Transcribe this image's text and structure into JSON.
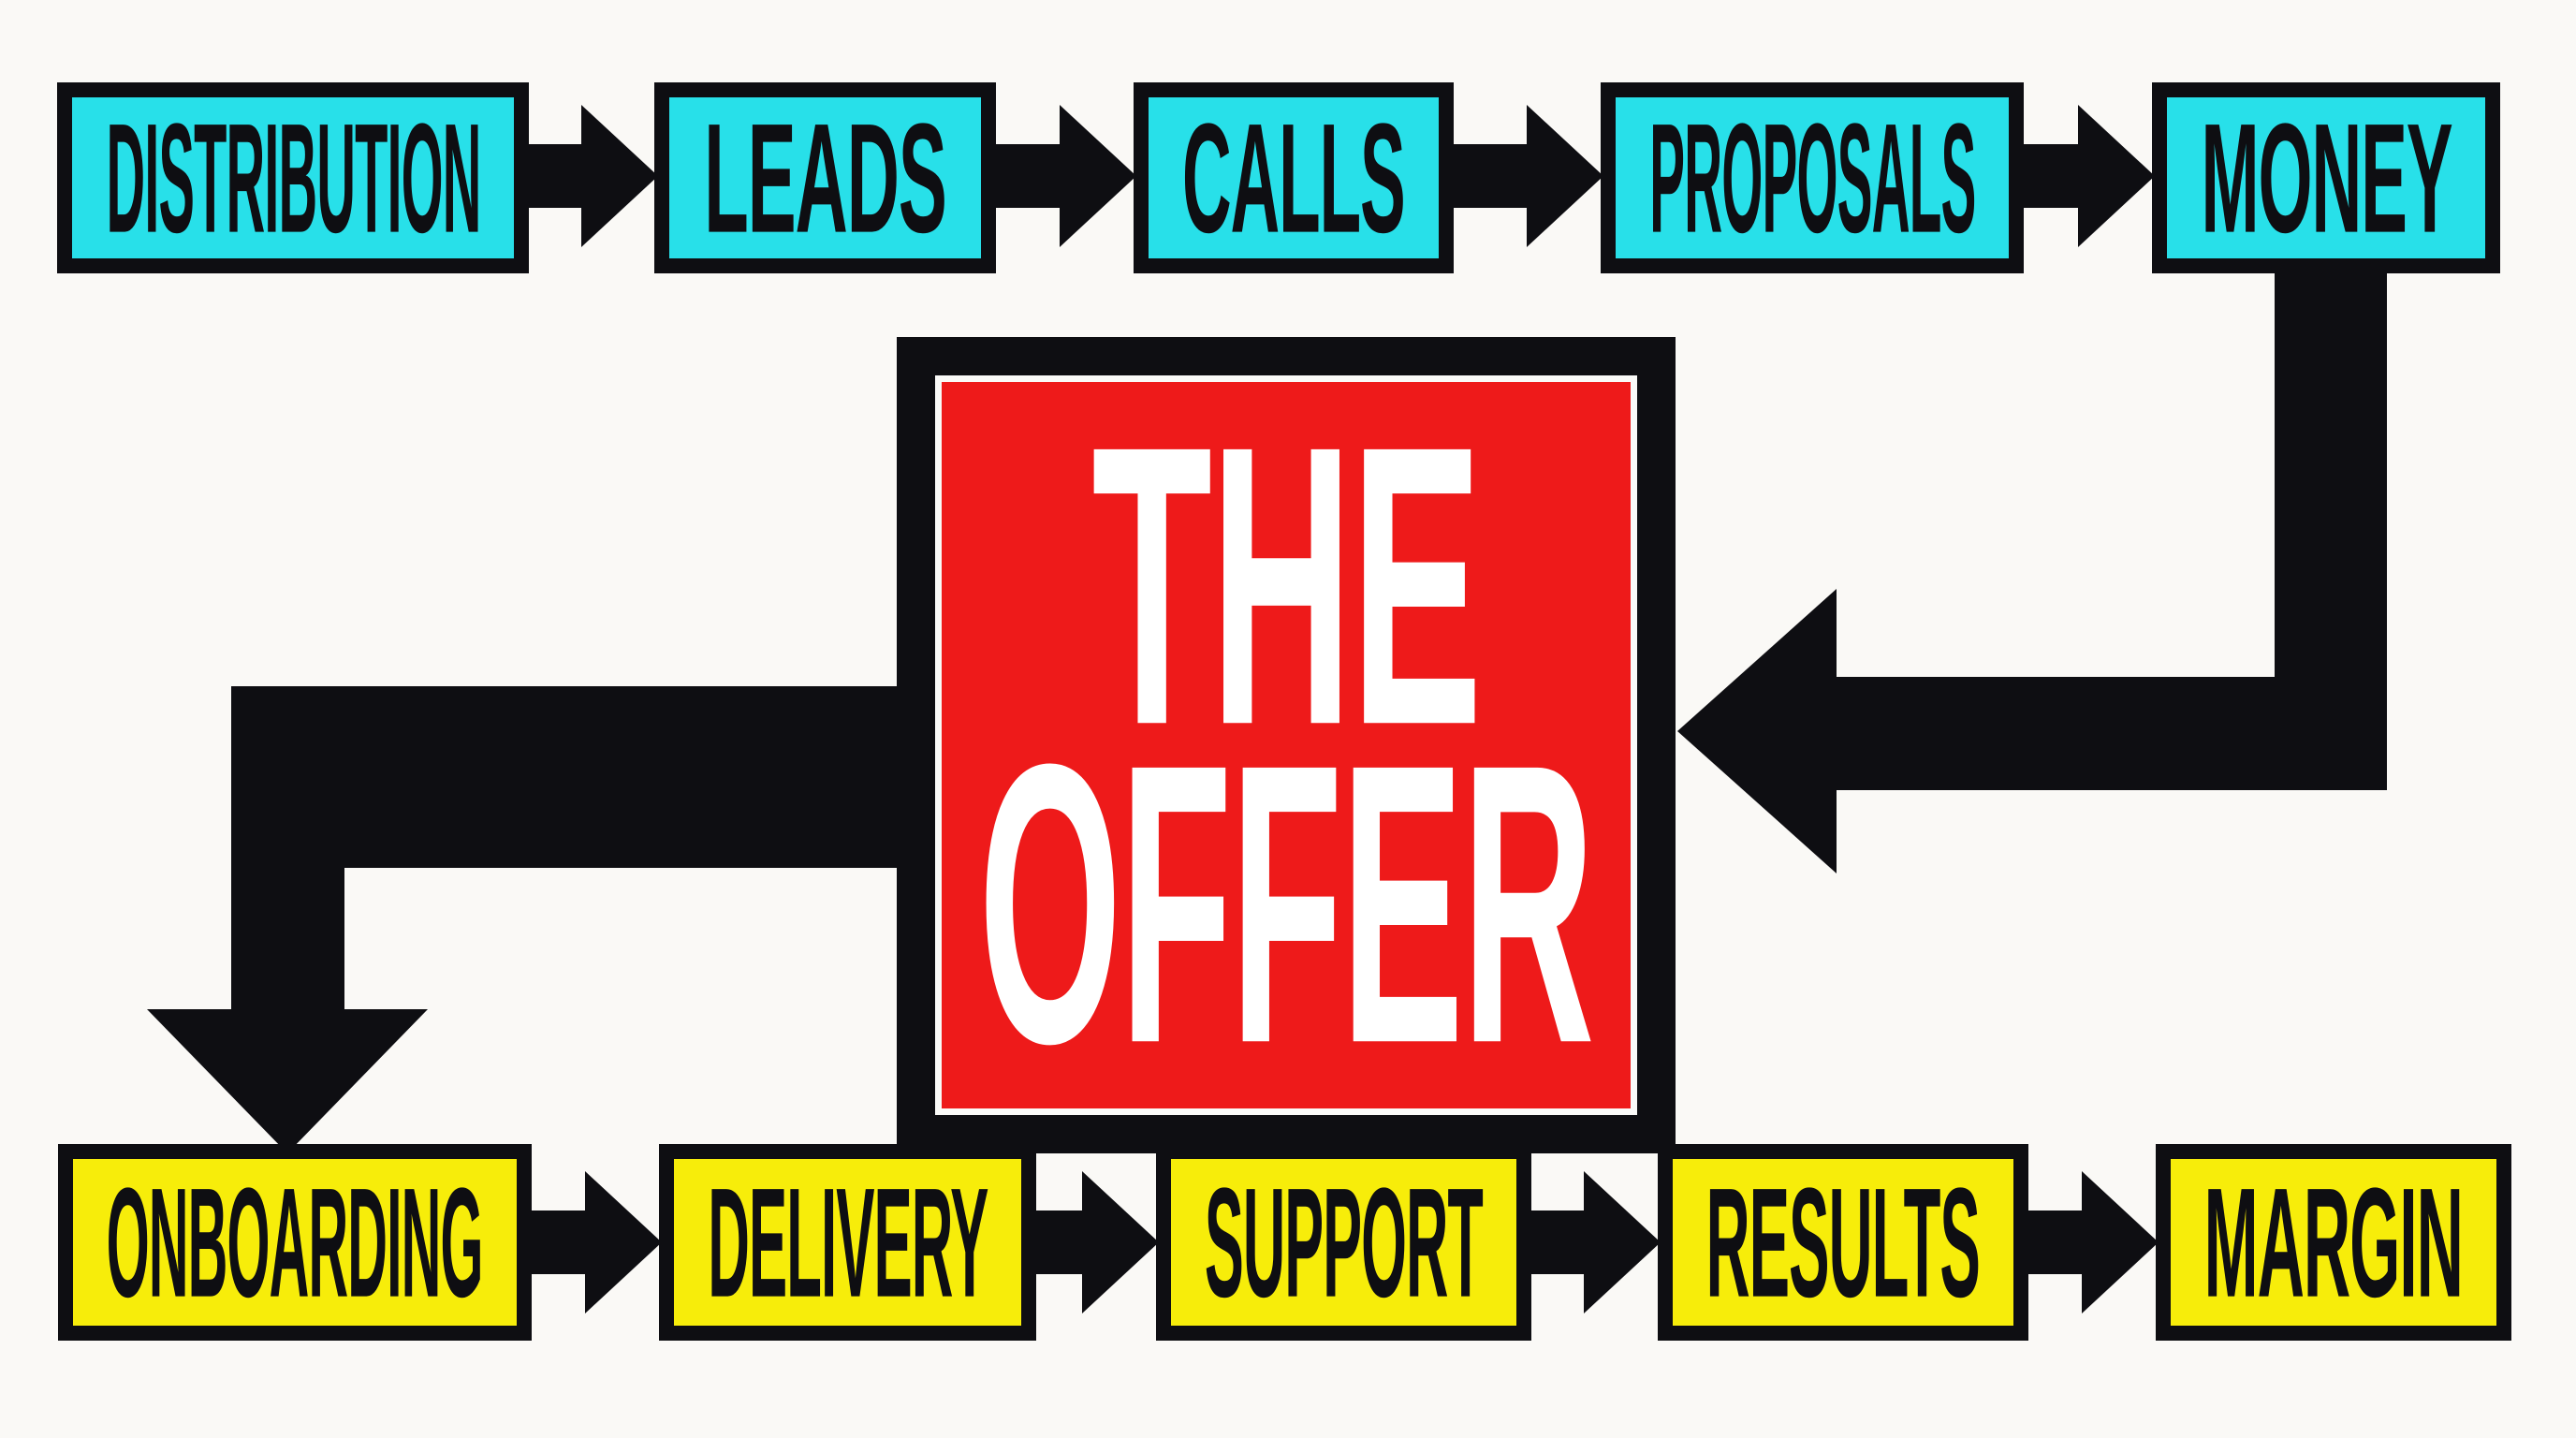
{
  "diagram": {
    "title": "Offer flywheel diagram",
    "center_box": {
      "line1": "THE",
      "line2": "OFFER"
    },
    "top_row": [
      {
        "label": "DISTRIBUTION"
      },
      {
        "label": "LEADS"
      },
      {
        "label": "CALLS"
      },
      {
        "label": "PROPOSALS"
      },
      {
        "label": "MONEY"
      }
    ],
    "bottom_row": [
      {
        "label": "ONBOARDING"
      },
      {
        "label": "DELIVERY"
      },
      {
        "label": "SUPPORT"
      },
      {
        "label": "RESULTS"
      },
      {
        "label": "MARGIN"
      }
    ],
    "connections": {
      "money_to_offer": "MONEY feeds into THE OFFER (arrow enters right side)",
      "offer_to_onboarding": "THE OFFER leads down into ONBOARDING"
    },
    "colors": {
      "background": "#faf9f6",
      "arrow": "#0e0e12",
      "top_box": "#28e0e9",
      "bottom_box": "#f7ed0a",
      "center_box": "#ee1a1a",
      "box_text": "#0e0e12",
      "center_text": "#ffffff",
      "inset_line": "#fafaf8"
    }
  }
}
